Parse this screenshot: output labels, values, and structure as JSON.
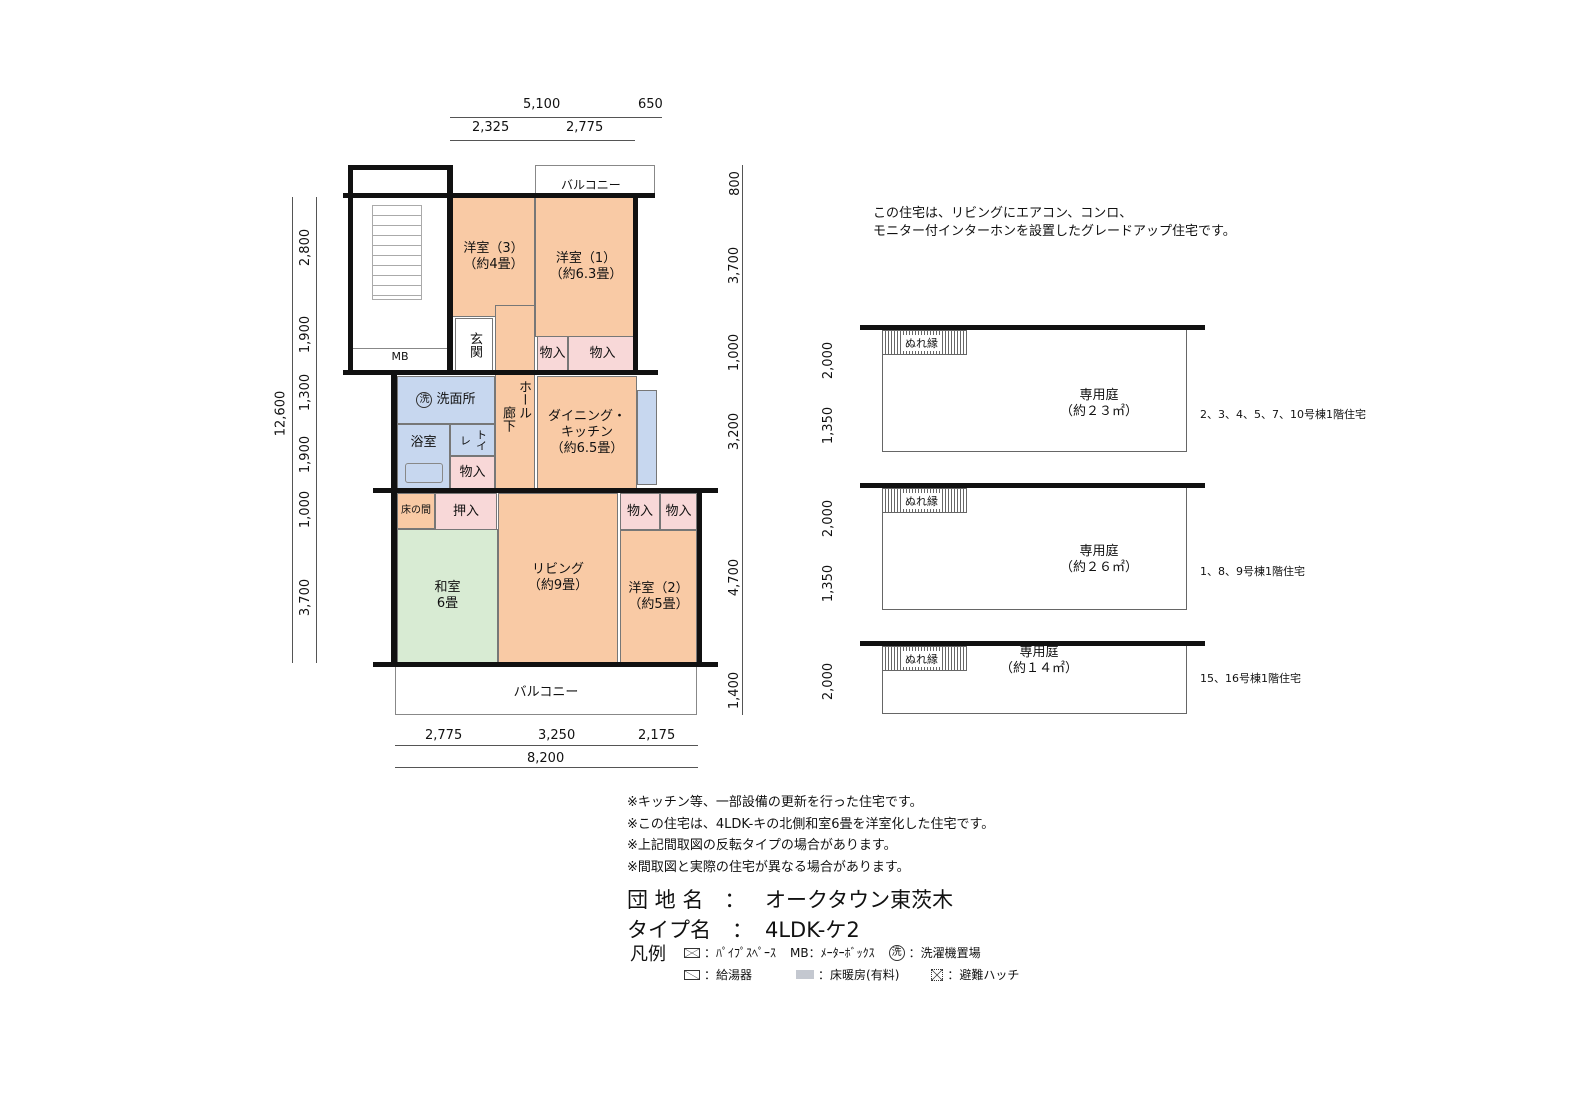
{
  "dimensions": {
    "top": [
      "5,100",
      "650",
      "2,325",
      "2,775"
    ],
    "left": [
      "2,800",
      "1,900",
      "1,300",
      "1,900",
      "1,000",
      "3,700"
    ],
    "left_total": "12,600",
    "right": [
      "800",
      "3,700",
      "1,000",
      "3,200",
      "4,700",
      "1,400"
    ],
    "bottom": [
      "2,775",
      "3,250",
      "2,175"
    ],
    "bottom_total": "8,200"
  },
  "rooms": {
    "western3": {
      "name": "洋室（3）",
      "size": "（約4畳）"
    },
    "western1": {
      "name": "洋室（1）",
      "size": "（約6.3畳）"
    },
    "entrance": "玄関",
    "hall": "ホール",
    "storage": "物入",
    "dining": {
      "name": "ダイニング・キッチン",
      "size": "（約6.5畳）"
    },
    "washroom": "洗面所",
    "wash_mark": "洗",
    "bath": "浴室",
    "toilet": "トイレ",
    "corridor": "廊下",
    "tokonoma": "床の間",
    "oshiire": "押入",
    "japanese": {
      "name": "和室",
      "size": "6畳"
    },
    "living": {
      "name": "リビング",
      "size": "（約9畳）"
    },
    "western2": {
      "name": "洋室（2）",
      "size": "（約5畳）"
    },
    "balcony": "バルコニー",
    "mb": "MB"
  },
  "intro": [
    "この住宅は、リビングにエアコン、コンロ、",
    "モニター付インターホンを設置したグレードアップ住宅です。"
  ],
  "gardens": [
    {
      "label": "専用庭",
      "area": "（約２３㎡）",
      "buildings": "2、3、4、5、7、10号棟1階住宅",
      "dims": [
        "2,000",
        "1,350"
      ],
      "deck": "ぬれ縁"
    },
    {
      "label": "専用庭",
      "area": "（約２６㎡）",
      "buildings": "1、8、9号棟1階住宅",
      "dims": [
        "2,000",
        "1,350"
      ],
      "deck": "ぬれ縁"
    },
    {
      "label": "専用庭",
      "area": "（約１４㎡）",
      "buildings": "15、16号棟1階住宅",
      "dims": [
        "2,000"
      ],
      "deck": "ぬれ縁"
    }
  ],
  "notes": [
    "※キッチン等、一部設備の更新を行った住宅です。",
    "※この住宅は、4LDK-キの北側和室6畳を洋室化した住宅です。",
    "※上記間取図の反転タイプの場合があります。",
    "※間取図と実際の住宅が異なる場合があります。"
  ],
  "estate_label": "団 地 名　：",
  "estate_name": "オークタウン東茨木",
  "type_label": "タイプ名　：",
  "type_name": "4LDK-ケ2",
  "legend": {
    "title": "凡例",
    "items": [
      "：ﾊﾟｲﾌﾟｽﾍﾟｰｽ",
      "MB：ﾒｰﾀｰﾎﾞｯｸｽ",
      "：洗濯機置場",
      "：給湯器",
      "：床暖房(有料)",
      "：避難ハッチ"
    ],
    "wash_mark": "洗"
  }
}
